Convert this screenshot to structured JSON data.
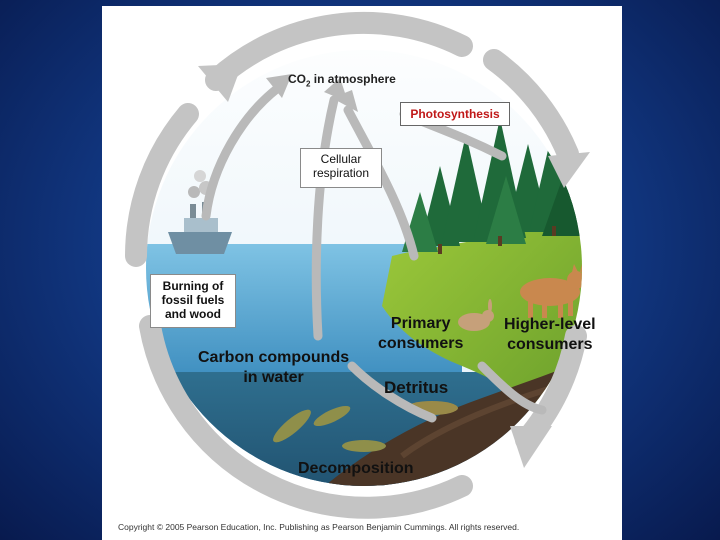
{
  "diagram": {
    "co2_label": {
      "prefix": "CO",
      "subscript": "2",
      "suffix": " in atmosphere"
    },
    "photosynthesis": "Photosynthesis",
    "cellular_respiration": [
      "Cellular",
      "respiration"
    ],
    "burning": [
      "Burning of",
      "fossil fuels",
      "and wood"
    ],
    "primary_consumers": [
      "Primary",
      "consumers"
    ],
    "higher_consumers": [
      "Higher-level",
      "consumers"
    ],
    "carbon_water": [
      "Carbon compounds",
      "in water"
    ],
    "detritus": "Detritus",
    "decomposition": "Decomposition",
    "copyright": "Copyright © 2005 Pearson Education, Inc. Publishing as Pearson Benjamin Cummings. All rights reserved."
  },
  "colors": {
    "slide_background": "#123a86",
    "arrow": "#c4c4c4",
    "photosynthesis_text": "#c01818",
    "water": "#3f8fc0",
    "grass": "#6fa62c",
    "soil": "#4a3526",
    "forest": "#1f6a3a"
  }
}
